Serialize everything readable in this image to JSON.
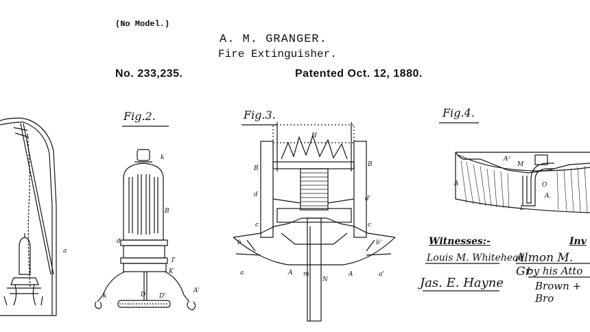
{
  "header": {
    "no_model": "(No Model.)",
    "inventor": "A. M. GRANGER.",
    "title": "Fire Extinguisher.",
    "patent_number": "No. 233,235.",
    "patent_date": "Patented Oct. 12, 1880."
  },
  "figures": {
    "fig2": "Fig.2.",
    "fig3": "Fig.3.",
    "fig4": "Fig.4."
  },
  "signatures": {
    "witnesses_heading": "Witnesses:-",
    "inventor_heading": "Inv",
    "witness_1": "Louis M. Whitehead",
    "witness_2": "Jas. E. Hayne",
    "inventor_1": "Almon M. Gr",
    "inventor_2": "by his Atto",
    "inventor_3": "Brown + Bro"
  }
}
